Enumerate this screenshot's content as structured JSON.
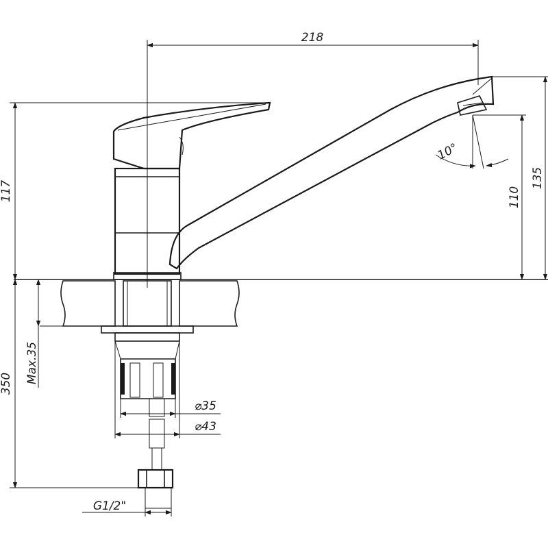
{
  "drawing": {
    "dimensions": {
      "spout_reach": "218",
      "height_to_body_top": "117",
      "spout_height": "135",
      "outlet_height": "110",
      "outlet_angle": "10°",
      "max_counter_thickness": "Max.35",
      "hose_length": "350",
      "inner_diameter": "⌀35",
      "outer_diameter": "⌀43",
      "thread_size": "G1/2\""
    },
    "colors": {
      "ink": "#1a1a1a",
      "background": "#ffffff"
    }
  }
}
